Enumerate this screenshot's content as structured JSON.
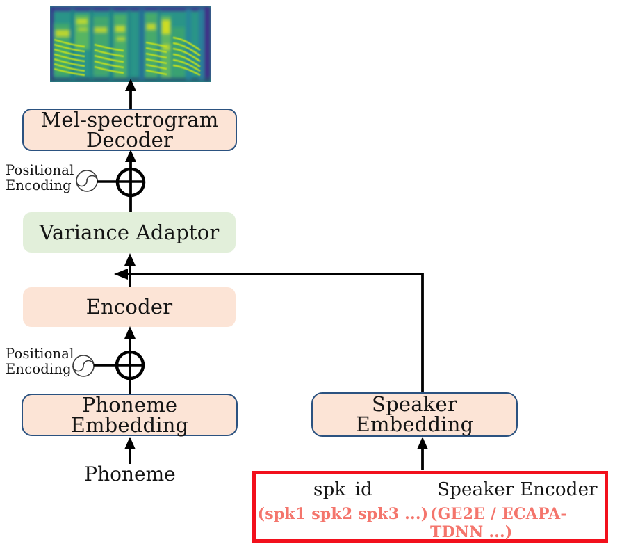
{
  "colors": {
    "peach_fill": "#fce4d6",
    "green_fill": "#e2efda",
    "blue_border": "#2b5280",
    "red_border": "#f2101c",
    "salmon_text": "#f4756c",
    "arrow": "#000000",
    "text": "#141414"
  },
  "boxes": {
    "mel_decoder": {
      "label": "Mel-spectrogram\nDecoder"
    },
    "variance_adaptor": {
      "label": "Variance Adaptor"
    },
    "encoder": {
      "label": "Encoder"
    },
    "phoneme_embedding": {
      "label": "Phoneme Embedding"
    },
    "speaker_embedding": {
      "label": "Speaker Embedding"
    }
  },
  "labels": {
    "positional_encoding_upper": "Positional\nEncoding",
    "positional_encoding_lower": "Positional\nEncoding",
    "phoneme_input": "Phoneme"
  },
  "speaker_sources": {
    "items": [
      {
        "title": "spk_id",
        "subtitle": "(spk1 spk2 spk3 ...)"
      },
      {
        "title": "Speaker Encoder",
        "subtitle": "(GE2E / ECAPA-TDNN ...)"
      }
    ]
  },
  "icons": {
    "sine": "sine-wave-in-circle",
    "circle_plus": "circle-plus-add"
  }
}
